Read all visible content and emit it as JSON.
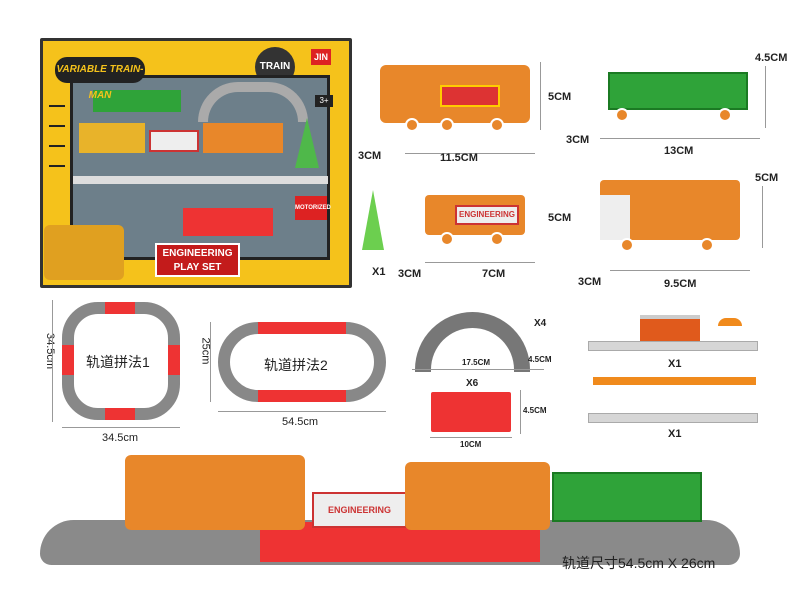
{
  "package": {
    "brand_logo": "VARIABLE TRAIN-MAN",
    "train_badge": "TRAIN",
    "maker_logo": "JIN",
    "age": "3+",
    "motorized_badge": "MOTORIZED",
    "title_line1": "ENGINEERING",
    "title_line2": "PLAY SET"
  },
  "parts": {
    "steam_loco": {
      "height": "5CM",
      "width": "3CM",
      "length": "11.5CM"
    },
    "green_car": {
      "height": "4.5CM",
      "width": "3CM",
      "length": "13CM"
    },
    "engineering_car": {
      "height": "5CM",
      "width": "3CM",
      "length": "7CM",
      "label": "ENGINEERING"
    },
    "cab_car": {
      "height": "5CM",
      "width": "3CM",
      "length": "9.5CM"
    },
    "tree": {
      "qty": "X1"
    }
  },
  "layouts": [
    {
      "name": "轨道拼法1",
      "height": "34.5cm",
      "width": "34.5cm"
    },
    {
      "name": "轨道拼法2",
      "height": "25cm",
      "width": "54.5cm"
    }
  ],
  "tracks": {
    "curved": {
      "qty": "X4",
      "length": "17.5CM",
      "width": "4.5CM"
    },
    "straight": {
      "qty": "X6",
      "width": "4.5CM",
      "length": "10CM"
    }
  },
  "accessories": [
    {
      "name": "station",
      "qty": "X1"
    },
    {
      "name": "platform",
      "qty": "X1"
    }
  ],
  "assembled": {
    "caption": "轨道尺寸54.5cm X 26cm"
  },
  "colors": {
    "box": "#f5c21b",
    "loco": "#e8872a",
    "green_car": "#2fa339",
    "track_red": "#e33333",
    "track_grey": "#888888"
  }
}
